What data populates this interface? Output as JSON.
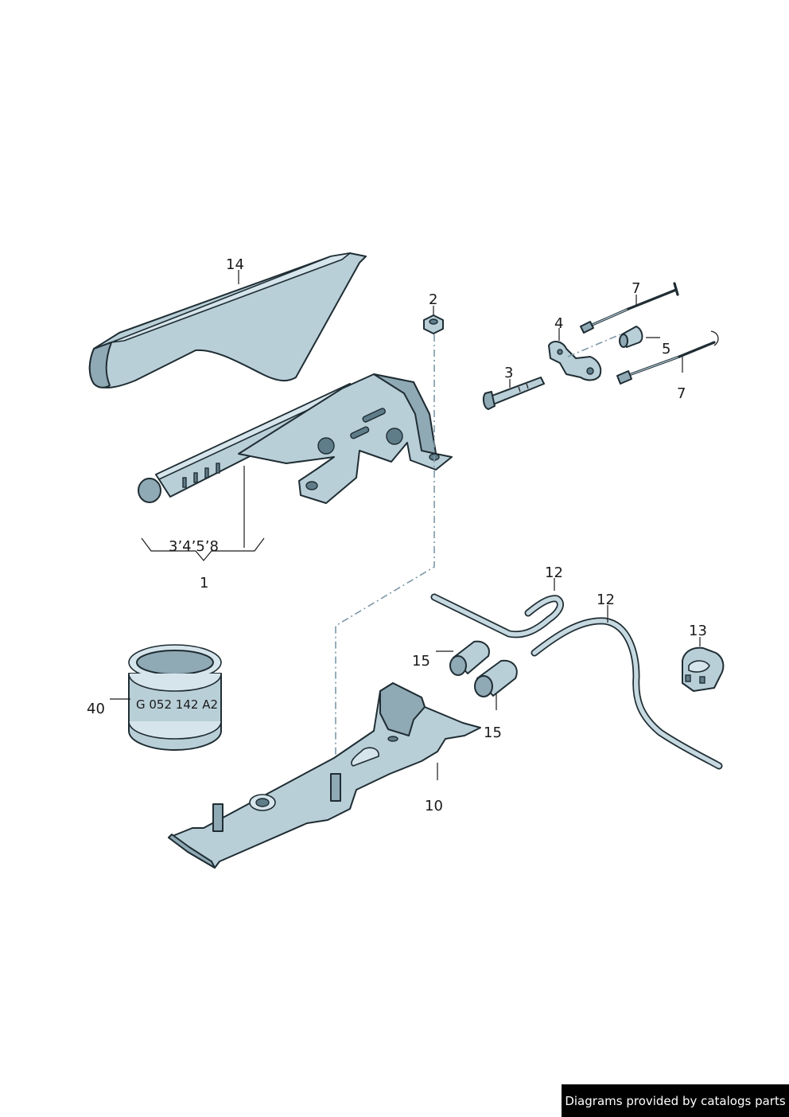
{
  "callouts": {
    "c14": "14",
    "c2": "2",
    "c7a": "7",
    "c4": "4",
    "c5": "5",
    "c3": "3",
    "c7b": "7",
    "c1_sub": "3’4’5’8",
    "c1": "1",
    "c12a": "12",
    "c12b": "12",
    "c13": "13",
    "c15a": "15",
    "c15b": "15",
    "c40": "40",
    "c10": "10"
  },
  "sealant_can_text": "G 052 142 A2",
  "footer": {
    "credit": "Diagrams provided by catalogs parts"
  },
  "colors": {
    "part_fill": "#b9cfd8",
    "outline": "#1f2d33",
    "footer_bg": "#000000",
    "footer_text": "#ffffff"
  }
}
